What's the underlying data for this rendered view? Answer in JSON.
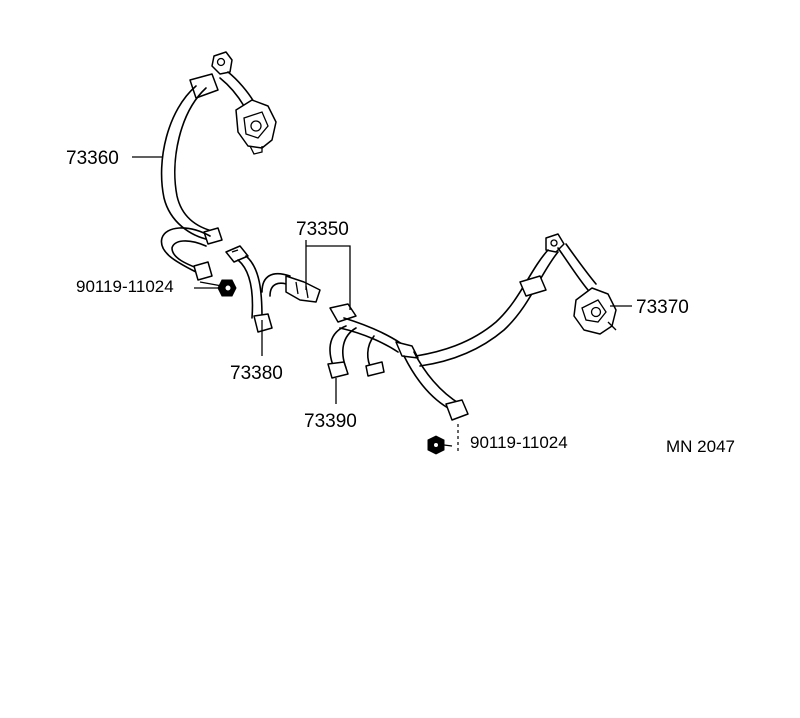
{
  "labels": {
    "belt_left_outer": "73360",
    "buckle_set": "73350",
    "belt_right_outer": "73370",
    "bolt_left": "90119-11024",
    "bolt_right": "90119-11024",
    "buckle_left": "73380",
    "buckle_center": "73390",
    "drawing_code": "MN 2047"
  }
}
